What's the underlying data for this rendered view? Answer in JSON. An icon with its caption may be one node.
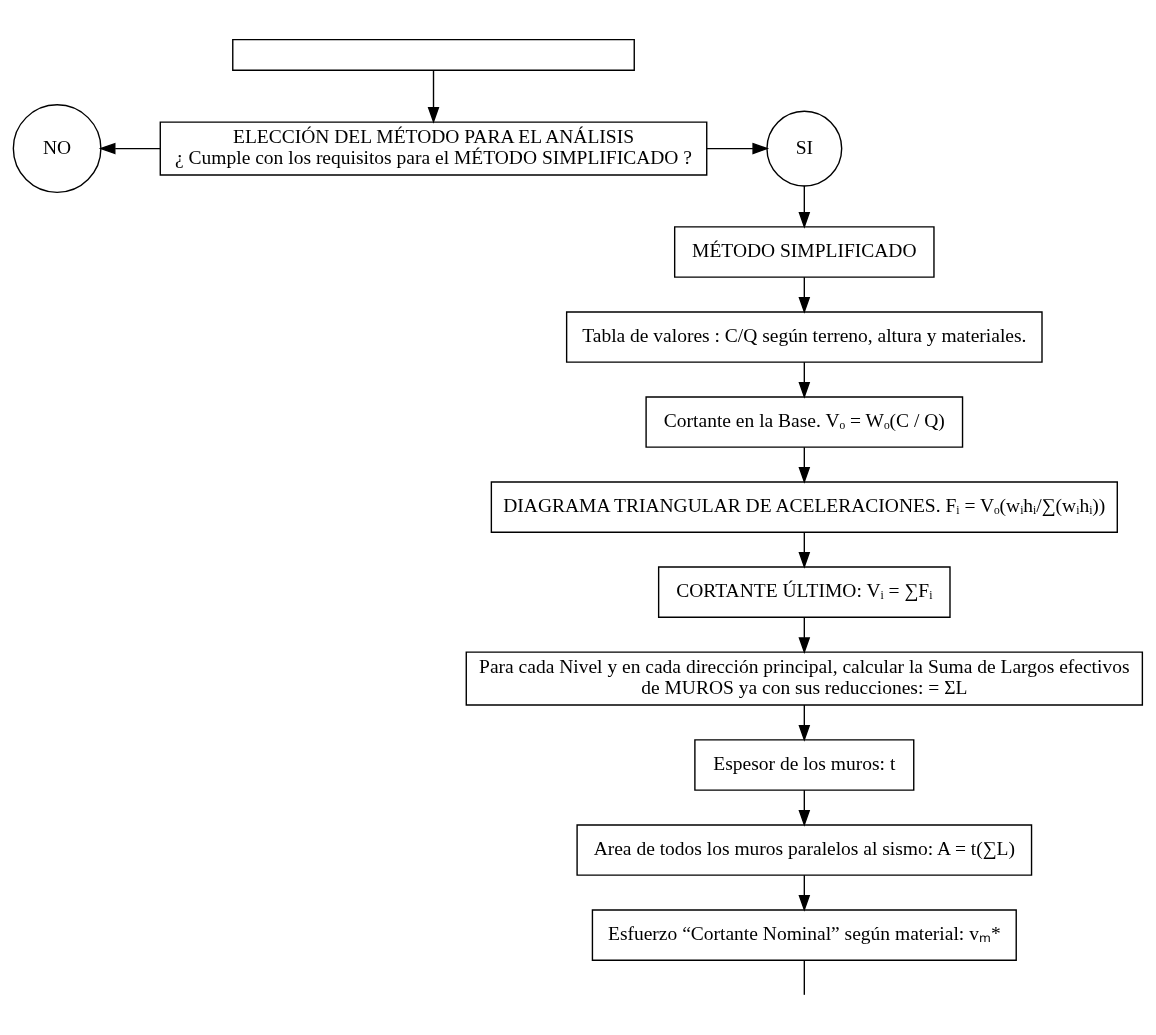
{
  "diagram": {
    "nodes": [
      {
        "text": [],
        "shape": "box"
      },
      {
        "text": [
          "ELECCIÓN DEL MÉTODO PARA EL ANÁLISIS",
          "¿ Cumple con los requisitos para el MÉTODO SIMPLIFICADO ?"
        ]
      },
      {
        "text": [
          "NO"
        ]
      },
      {
        "text": [
          "SI"
        ]
      },
      {
        "text": [
          "MÉTODO SIMPLIFICADO"
        ]
      },
      {
        "text": [
          "Tabla de valores : C/Q según terreno, altura y materiales."
        ]
      },
      {
        "text": [
          "Cortante en la Base. Vₒ = Wₒ(C / Q)"
        ]
      },
      {
        "text": [
          "DIAGRAMA TRIANGULAR DE ACELERACIONES. Fᵢ = Vₒ(wᵢhᵢ/∑(wᵢhᵢ))"
        ]
      },
      {
        "text": [
          "CORTANTE ÚLTIMO: Vᵢ = ∑Fᵢ"
        ]
      },
      {
        "text": [
          "Para cada Nivel y en cada dirección principal, calcular la Suma de Largos efectivos de MUROS ya con sus reducciones: = ΣL"
        ]
      },
      {
        "text": [
          "Espesor de los muros: t"
        ]
      },
      {
        "text": [
          "Area de todos los muros paralelos al sismo: A = t(∑L)"
        ]
      },
      {
        "text": [
          "Esfuerzo “Cortante Nominal” según material: vₘ*"
        ]
      }
    ],
    "edges": [
      {
        "from": 0,
        "to": 1,
        "arrow": "to"
      },
      {
        "from": 1,
        "to": 2,
        "arrow": "to"
      },
      {
        "from": 1,
        "to": 3,
        "arrow": "to"
      },
      {
        "from": 3,
        "to": 4,
        "arrow": "to"
      },
      {
        "from": 4,
        "to": 5,
        "arrow": "to"
      },
      {
        "from": 5,
        "to": 6,
        "arrow": "to"
      },
      {
        "from": 6,
        "to": 7,
        "arrow": "to"
      },
      {
        "from": 7,
        "to": 8,
        "arrow": "to"
      },
      {
        "from": 8,
        "to": 9,
        "arrow": "to"
      },
      {
        "from": 9,
        "to": 10,
        "arrow": "to"
      },
      {
        "from": 10,
        "to": 11,
        "arrow": "to"
      },
      {
        "from": 11,
        "to": 12,
        "arrow": "to"
      },
      {
        "from": 12,
        "to": null,
        "arrow": "none"
      }
    ]
  }
}
